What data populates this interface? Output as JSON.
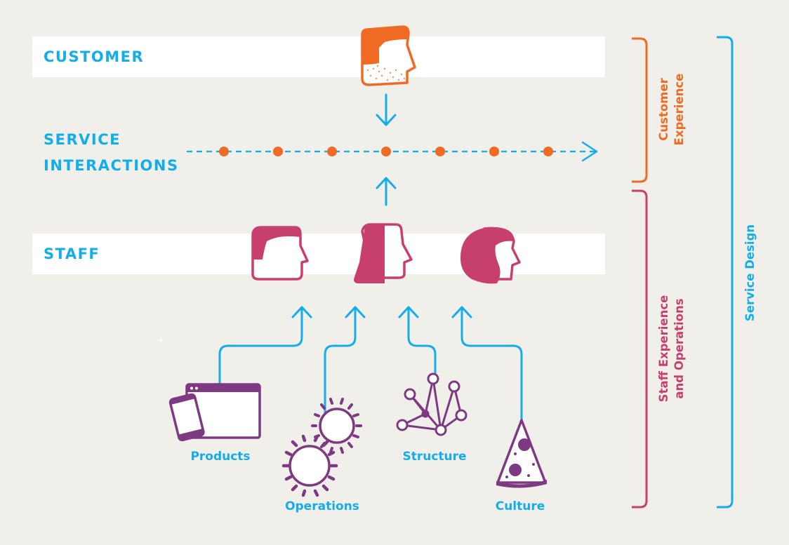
{
  "rows": {
    "customer": "CUSTOMER",
    "service_interactions_line1": "SERVICE",
    "service_interactions_line2": "INTERACTIONS",
    "staff": "STAFF"
  },
  "sources": {
    "products": "Products",
    "operations": "Operations",
    "structure": "Structure",
    "culture": "Culture"
  },
  "brackets": {
    "customer_experience_line1": "Customer",
    "customer_experience_line2": "Experience",
    "staff_experience_line1": "Staff Experience",
    "staff_experience_line2": "and Operations",
    "service_design": "Service Design"
  },
  "icons": {
    "customer": "customer-head-icon",
    "staff": [
      "staff-head-short-hair-icon",
      "staff-head-long-hair-icon",
      "staff-head-round-hair-icon"
    ],
    "products": "devices-icon",
    "operations": "gears-icon",
    "structure": "network-icon",
    "culture": "pizza-slice-icon"
  },
  "colors": {
    "background": "#f0efea",
    "blue": "#13aeea",
    "orange": "#ef6a22",
    "crimson": "#c73f6d",
    "purple": "#7d3a83"
  }
}
